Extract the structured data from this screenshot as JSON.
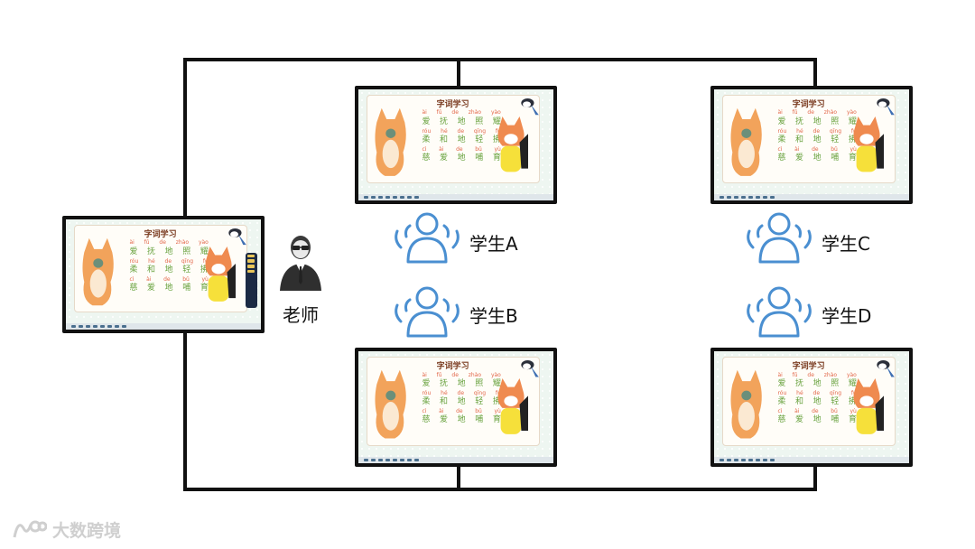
{
  "slide": {
    "title": "字词学习",
    "rows": [
      {
        "type": "pinyin",
        "cells": [
          "ài",
          "fǔ",
          "de",
          "zhào",
          "yào"
        ]
      },
      {
        "type": "hanzi",
        "cells": [
          "爱",
          "抚",
          "地",
          "照",
          "耀"
        ]
      },
      {
        "type": "pinyin",
        "cells": [
          "róu",
          "hé",
          "de",
          "qīng",
          "fú"
        ]
      },
      {
        "type": "hanzi",
        "cells": [
          "柔",
          "和",
          "地",
          "轻",
          "拂"
        ]
      },
      {
        "type": "pinyin",
        "cells": [
          "cì",
          "ài",
          "de",
          "bǔ",
          "yù"
        ]
      },
      {
        "type": "hanzi",
        "cells": [
          "慈",
          "爱",
          "地",
          "哺",
          "育"
        ]
      }
    ]
  },
  "teacher": {
    "label": "老师",
    "icon": "teacher-icon"
  },
  "students": [
    {
      "label": "学生A",
      "icon": "student-group-icon"
    },
    {
      "label": "学生B",
      "icon": "student-group-icon"
    },
    {
      "label": "学生C",
      "icon": "student-group-icon"
    },
    {
      "label": "学生D",
      "icon": "student-group-icon"
    }
  ],
  "watermark": {
    "text": "大数跨境"
  },
  "colors": {
    "wire": "#111111",
    "studentIcon": "#4a8fd1",
    "pinyin": "#e2674a",
    "hanzi": "#6aa340"
  }
}
